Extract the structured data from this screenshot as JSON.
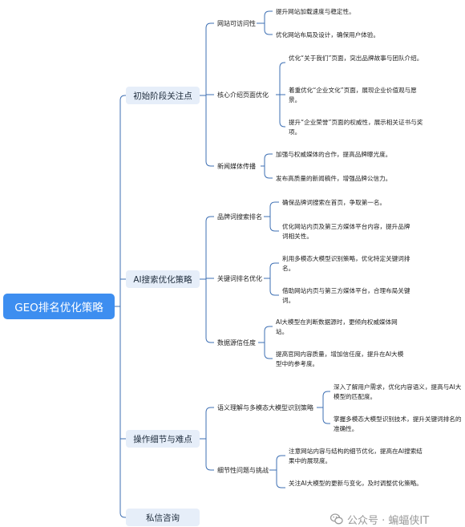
{
  "root": "GEO排名优化策略",
  "branches": [
    {
      "label": "初始阶段关注点",
      "subs": [
        {
          "label": "网站可访问性",
          "items": [
            "提升网站加载速度与稳定性。",
            "优化网站布局及设计，确保用户体验。"
          ]
        },
        {
          "label": "核心介绍页面优化",
          "items": [
            "优化“关于我们”页面，突出品牌故事与团队介绍。",
            "着重优化“企业文化”页面，展现企业价值观与愿景。",
            "提升“企业荣誉”页面的权威性，展示相关证书与奖项。"
          ]
        },
        {
          "label": "新闻媒体传播",
          "items": [
            "加强与权威媒体的合作，提高品牌曝光度。",
            "发布高质量的新闻稿件，增强品牌公信力。"
          ]
        }
      ]
    },
    {
      "label": "AI搜索优化策略",
      "subs": [
        {
          "label": "品牌词搜索排名",
          "items": [
            "确保品牌词搜索在首页，争取第一名。",
            "优化网站内页及第三方媒体平台内容，提升品牌词相关性。"
          ]
        },
        {
          "label": "关键词排名优化",
          "items": [
            "利用多模态大模型识别策略，优化特定关键词排名。",
            "借助网站内页与第三方媒体平台，合理布局关键词。"
          ]
        },
        {
          "label": "数据源信任度",
          "items": [
            "AI大模型在判断数据源时，更倾向权威媒体网站。",
            "提高官网内容质量，增加信任度，提升在AI大模型中的参考度。"
          ]
        }
      ]
    },
    {
      "label": "操作细节与难点",
      "subs": [
        {
          "label": "语义理解与多模态大模型识别策略",
          "items": [
            "深入了解用户需求，优化内容语义，提高与AI大模型的匹配度。",
            "掌握多模态大模型识别技术，提升关键词排名的准确性。"
          ]
        },
        {
          "label": "细节性问题与挑战",
          "items": [
            "注意网站内容与结构的细节优化，提高在AI搜索结果中的展现度。",
            "关注AI大模型的更新与变化，及时调整优化策略。"
          ]
        }
      ]
    },
    {
      "label": "私信咨询",
      "subs": []
    }
  ],
  "watermark": "公众号 · 蝙蝠侠IT",
  "colors": {
    "root_bg": "#3d8ef0",
    "node_bg": "#e6eef9",
    "line": "#3d6fb3",
    "watermark": "#9a9a9a"
  }
}
